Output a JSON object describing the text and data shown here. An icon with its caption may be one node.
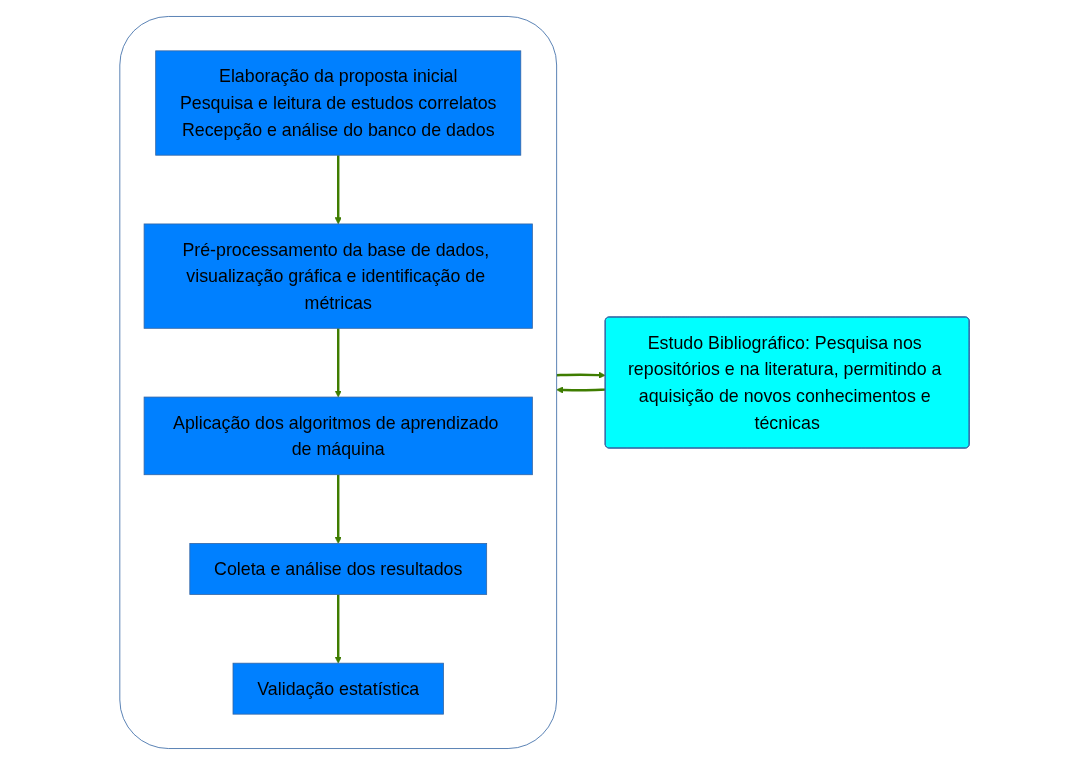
{
  "diagram": {
    "nodes": [
      {
        "text": [
          "Estudo Bibliográfico: Pesquisa nos repositórios e na literatura, permitindo a aquisição de novos conhecimentos e técnicas"
        ]
      },
      {
        "text": [],
        "shape": "box"
      },
      {
        "text": [
          "Elaboração da proposta inicial",
          "Pesquisa e leitura de estudos correlatos",
          "Recepção e análise do banco de dados"
        ],
        "in": 1
      },
      {
        "text": [
          "Pré-processamento da base de dados, visualização gráfica e identificação de métricas"
        ],
        "in": 1
      },
      {
        "text": [
          "Aplicação dos algoritmos de aprendizado de máquina"
        ],
        "in": 1
      },
      {
        "text": [
          "Coleta e análise dos resultados"
        ],
        "in": 1
      },
      {
        "text": [
          "Validação estatística"
        ],
        "in": 1
      }
    ],
    "edges": [
      {
        "from": 0,
        "to": 1,
        "arrow": "to"
      },
      {
        "from": 1,
        "to": 0,
        "arrow": "to"
      },
      {
        "from": 2,
        "to": 3,
        "arrow": "to"
      },
      {
        "from": 3,
        "to": 4,
        "arrow": "to"
      },
      {
        "from": 4,
        "to": 5,
        "arrow": "to"
      },
      {
        "from": 5,
        "to": 6,
        "arrow": "to"
      }
    ]
  }
}
